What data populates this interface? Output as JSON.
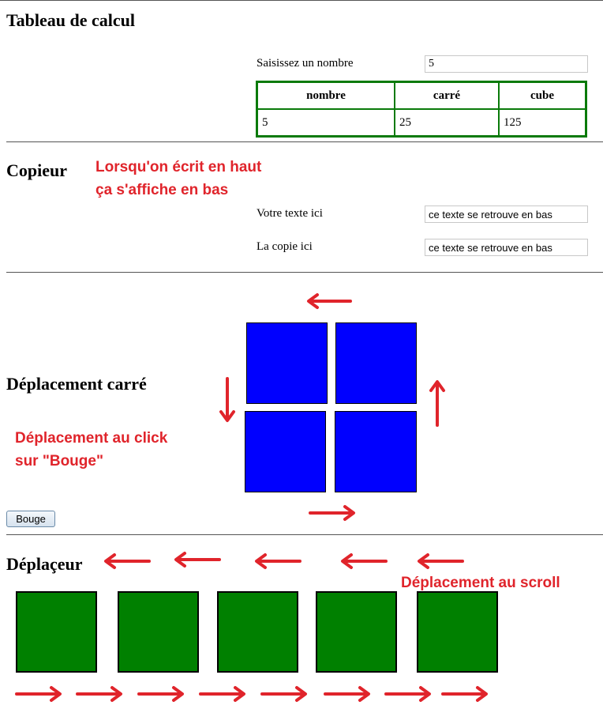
{
  "sections": {
    "calc": {
      "title": "Tableau de calcul",
      "input_label": "Saisissez un nombre",
      "input_value": "5",
      "headers": [
        "nombre",
        "carré",
        "cube"
      ],
      "row": [
        "5",
        "25",
        "125"
      ]
    },
    "copier": {
      "title": "Copieur",
      "annotation_line1": "Lorsqu'on écrit en haut",
      "annotation_line2": "ça s'affiche en bas",
      "source_label": "Votre texte ici",
      "source_value": "ce texte se retrouve en bas",
      "copy_label": "La copie ici",
      "copy_value": "ce texte se retrouve en bas"
    },
    "square_move": {
      "title": "Déplacement carré",
      "annotation_line1": "Déplacement au click",
      "annotation_line2": "sur \"Bouge\"",
      "button_label": "Bouge",
      "square_color": "#0000ff"
    },
    "mover": {
      "title": "Déplaçeur",
      "annotation": "Déplacement au scroll",
      "square_color": "#008000"
    }
  },
  "colors": {
    "annotation": "#e0242b",
    "table_border": "#0a7a0a",
    "divider": "#555555"
  }
}
